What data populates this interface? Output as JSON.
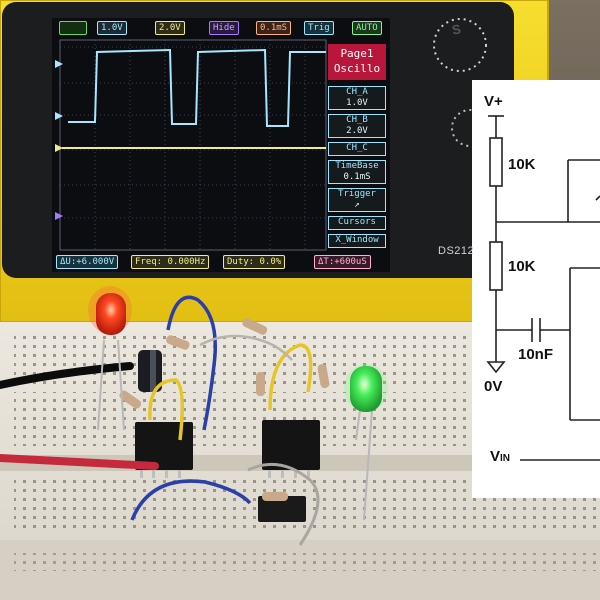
{
  "oscilloscope": {
    "top_bar": {
      "battery": "",
      "ch_a_volts": "1.0V",
      "ch_b_volts": "2.0V",
      "mode": "Hide",
      "timebase": "0.1mS",
      "trigger": "Trig",
      "run_mode": "AUTO"
    },
    "menu": {
      "page": "Page1",
      "title": "Oscillo",
      "items": [
        {
          "line1": "CH_A",
          "line2": "1.0V"
        },
        {
          "line1": "CH_B",
          "line2": "2.0V"
        },
        {
          "line1": "CH_C",
          "line2": ""
        },
        {
          "line1": "TimeBase",
          "line2": "0.1mS"
        },
        {
          "line1": "Trigger",
          "line2": "↗"
        },
        {
          "line1": "Cursors",
          "line2": ""
        },
        {
          "line1": "X_Window",
          "line2": ""
        }
      ]
    },
    "bottom_bar": {
      "delta_v": "ΔU:+6.000V",
      "freq": "Freq: 0.000Hz",
      "duty": "Duty: 0.0%",
      "delta_t": "ΔT:+600uS"
    },
    "model": "DS212",
    "case_letter": "S",
    "colors": {
      "trace_a": "#a6e6ff",
      "trace_b": "#f0ec8c",
      "case": "#f2d21a",
      "led_red": "#ff3320",
      "led_green": "#3fea55"
    }
  },
  "schematic": {
    "supply": "V+",
    "r1": "10K",
    "r2": "10K",
    "cap": "10nF",
    "ground": "0V",
    "input": "V",
    "input_sub": "IN"
  }
}
